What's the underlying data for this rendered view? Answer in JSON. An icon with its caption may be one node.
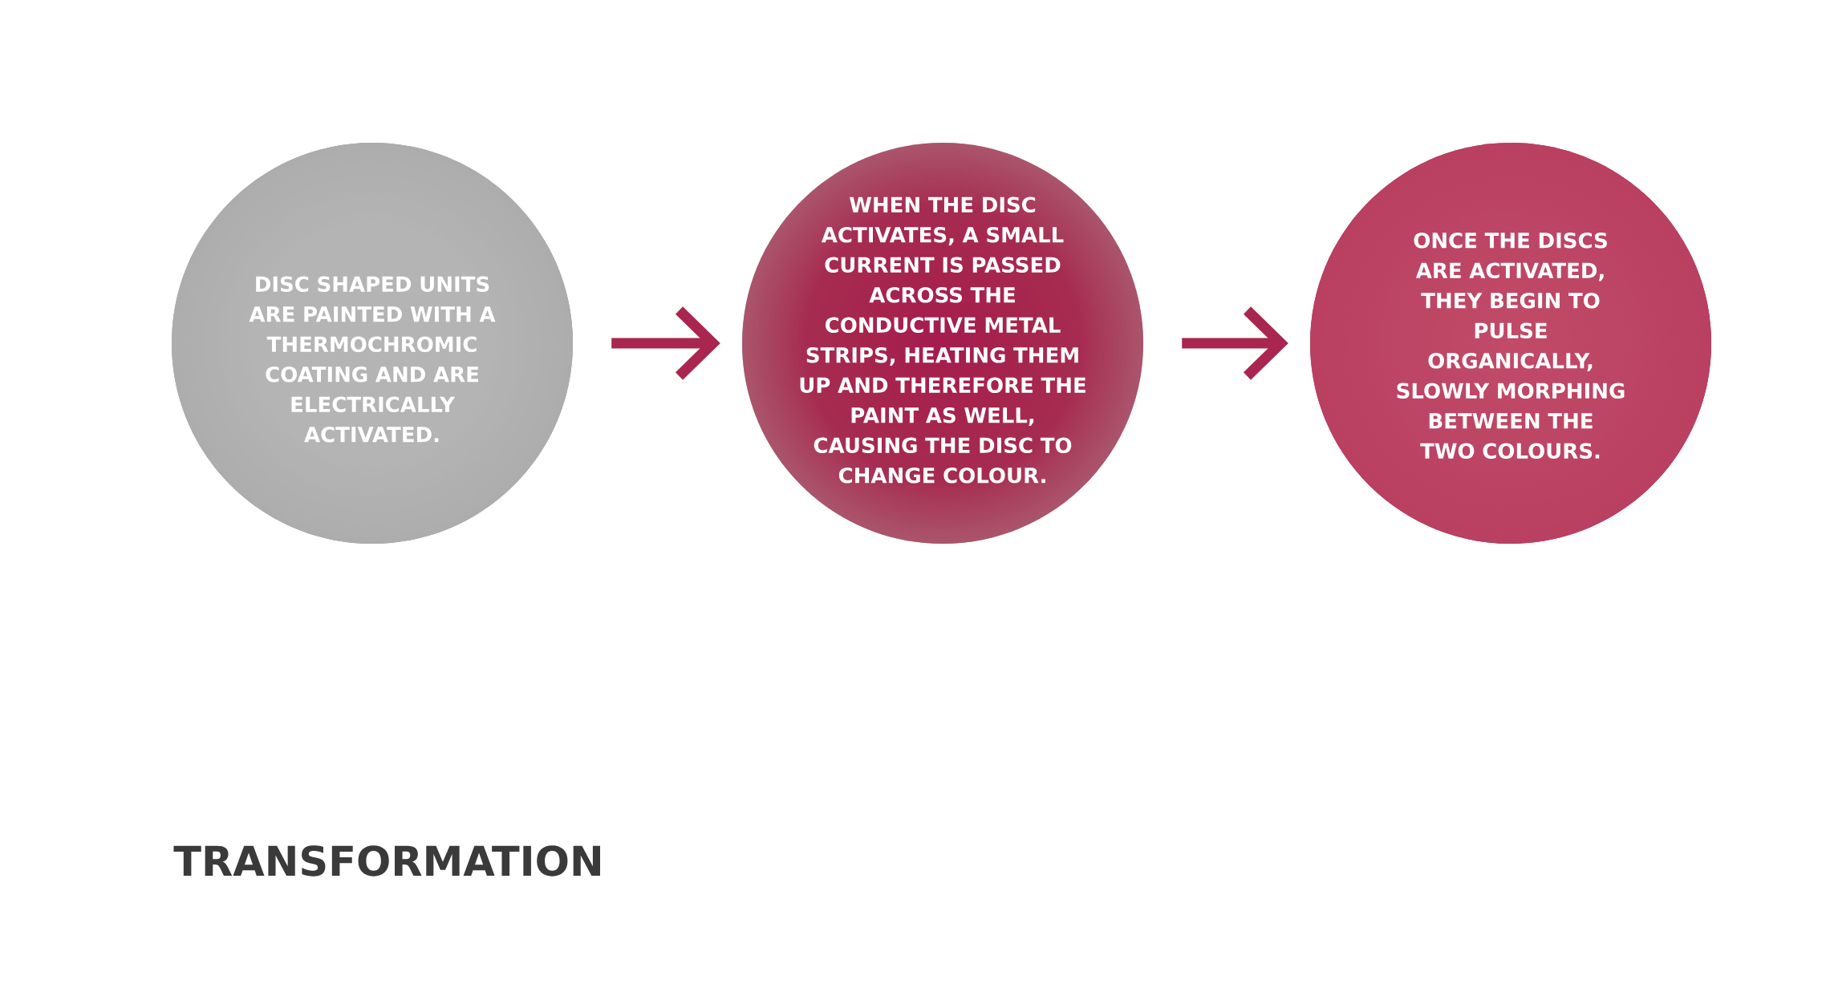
{
  "diagram": {
    "title": "TRANSFORMATION",
    "nodes": [
      {
        "text": [
          "DISC SHAPED UNITS ARE PAINTED WITH A THERMOCHROMIC COATING AND ARE ELECTRICALLY ACTIVATED."
        ]
      },
      {
        "text": [
          "WHEN THE DISC ACTIVATES, A SMALL CURRENT IS PASSED ACROSS THE CONDUCTIVE METAL STRIPS, HEATING THEM UP AND THEREFORE THE PAINT AS WELL, CAUSING THE DISC TO CHANGE COLOUR."
        ]
      },
      {
        "text": [
          "ONCE THE DISCS ARE ACTIVATED, THEY BEGIN TO PULSE ORGANICALLY, SLOWLY MORPHING BETWEEN THE TWO COLOURS."
        ]
      }
    ],
    "edges": [
      {
        "from": 0,
        "to": 1,
        "arrow": "to"
      },
      {
        "from": 1,
        "to": 2,
        "arrow": "to"
      }
    ]
  }
}
